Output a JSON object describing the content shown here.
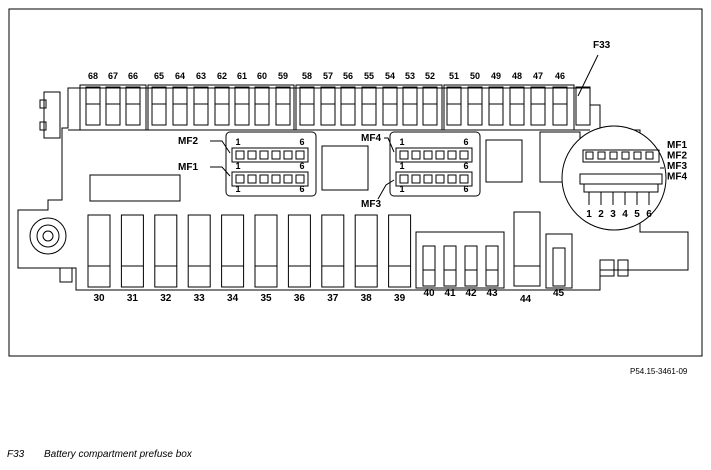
{
  "top_fuses": [
    "68",
    "67",
    "66",
    "65",
    "64",
    "63",
    "62",
    "61",
    "60",
    "59",
    "58",
    "57",
    "56",
    "55",
    "54",
    "53",
    "52",
    "51",
    "50",
    "49",
    "48",
    "47",
    "46"
  ],
  "bottom_fuses": [
    "30",
    "31",
    "32",
    "33",
    "34",
    "35",
    "36",
    "37",
    "38",
    "39"
  ],
  "small_fuses": [
    "40",
    "41",
    "42",
    "43"
  ],
  "fuse_44": "44",
  "fuse_45": "45",
  "prefuse_label": "F33",
  "relays": {
    "mf1": "MF1",
    "mf2": "MF2",
    "mf3": "MF3",
    "mf4": "MF4",
    "pin_first": "1",
    "pin_last": "6"
  },
  "detail": {
    "labels": [
      "MF1",
      "MF2",
      "MF3",
      "MF4"
    ],
    "pins": [
      "1",
      "2",
      "3",
      "4",
      "5",
      "6"
    ]
  },
  "reference_code": "P54.15-3461-09",
  "caption": {
    "code": "F33",
    "text": "Battery compartment prefuse box"
  }
}
